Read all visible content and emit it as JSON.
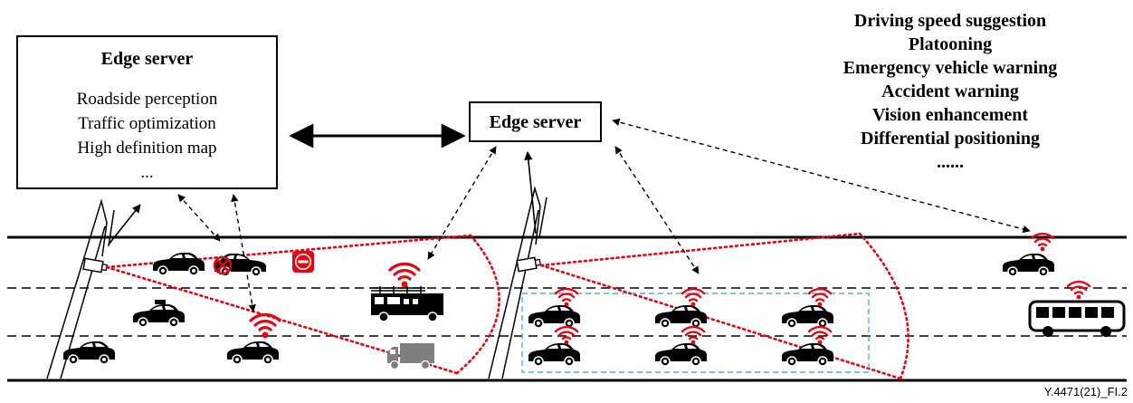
{
  "edge_server_main": {
    "title": "Edge server",
    "functions": [
      "Roadside perception",
      "Traffic optimization",
      "High definition map",
      "..."
    ]
  },
  "edge_server_secondary": {
    "title": "Edge server"
  },
  "services": [
    "Driving speed suggestion",
    "Platooning",
    "Emergency vehicle warning",
    "Accident warning",
    "Vision enhancement",
    "Differential positioning",
    "......"
  ],
  "figure_id": "Y.4471(21)_FI.2",
  "colors": {
    "signal": "#e30613",
    "platoon_box": "#5fa8d3",
    "lines": "#000000",
    "truck": "#7f7f7f"
  },
  "icons": [
    "car-icon",
    "taxi-icon",
    "fire-truck-icon",
    "truck-icon",
    "bus-icon",
    "wifi-signal-icon",
    "no-entry-icon",
    "camera-icon",
    "crash-icon"
  ]
}
